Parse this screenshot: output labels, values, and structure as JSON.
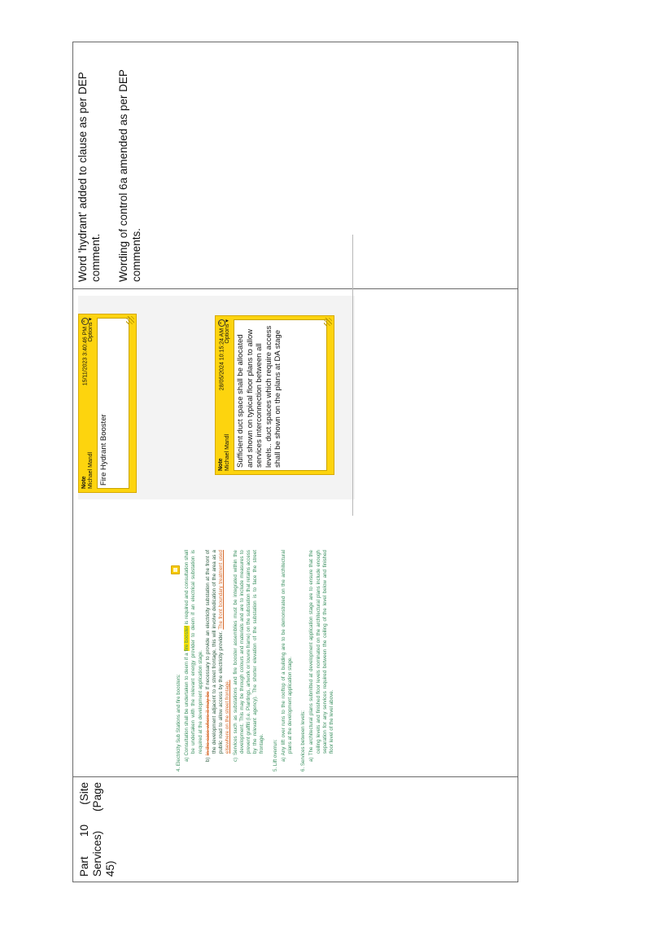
{
  "table": {
    "part_label": "Part 10 (Site Services) (Page 45)",
    "comments": [
      "Word 'hydrant' added to clause as per DEP comment.",
      "Wording of control 6a amended as per DEP comments."
    ]
  },
  "document": {
    "sec4_heading": "4.  Electricity Sub Stations and fire boosters:",
    "sec4_a_pre": "a)  Consultation shall be undertaken to deem if a",
    "sec4_a_hl": "fire booster",
    "sec4_a_post": "is required and consultation shall be undertaken with the relevant energy provider to deem if an electrical substation is required at the development application stage.",
    "sec4_b_label": "b)",
    "sec4_b_strike": "In the case where it may be",
    "sec4_b_text": "If necessary to provide an electricity substation at the front of the development adjacent to a street frontage, this will involve dedication of the area as a public road to allow access by the electricity provider.",
    "sec4_b_ins": "The front boundary treatment used elsewhere on the street frontage.",
    "sec4_c": "c)  Services such as substations and fire booster assemblies must be integrated within the development. This may be through colours and materials and are to include measures to prevent graffiti (i.e. Plantings, artwork or louvre frame) on the substation that retains access by the relevant agency). The shorter elevation of the substation is to face the street frontage.",
    "sec5_heading": "5.  Lift overrun:",
    "sec5_a": "a)  Any lift over runs to the rooftop of a building are to be demonstrated on the architectural plans at the development application stage.",
    "sec6_heading": "6.  Services between levels:",
    "sec6_a": "a)  The architectural plans submitted at development application stage are to ensure that the ceiling levels and finished floor levels nominated on the architectural plans include enough separation for any services required between the ceiling of the level below and finished floor level of the level above."
  },
  "notes": [
    {
      "title": "Note",
      "author": "Michael Mandl",
      "timestamp": "15/11/2023 3:40:46 PM",
      "options": "Options ▾",
      "body": "Fire Hydrant Booster"
    },
    {
      "title": "Note",
      "author": "Michael Mandl",
      "timestamp": "28/05/2024 10:15:24 AM",
      "options": "Options ▾",
      "body": "Sufficient duct space shall be allocated and shown on typical floor plans to allow services interconnection between all levels.. duct spaces which require access shall be shown on the plans at DA stage"
    }
  ],
  "colors": {
    "note_yellow": "#fdd40e",
    "tracked_green": "#3a8f5f",
    "tracked_orange": "#d6692a"
  }
}
